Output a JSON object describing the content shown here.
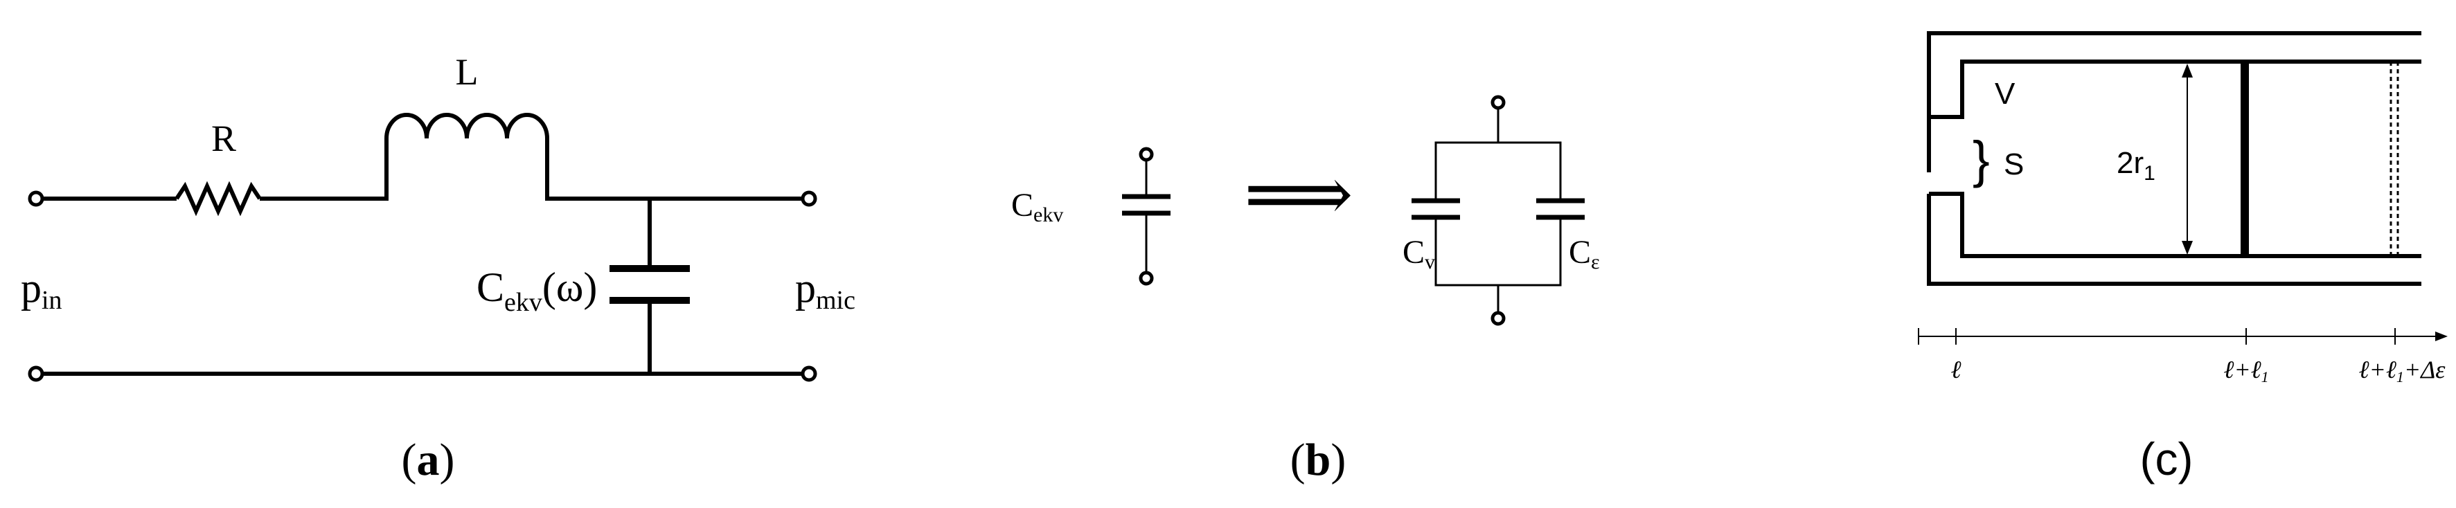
{
  "panel_a": {
    "label_open": "(",
    "label_letter": "a",
    "label_close": ")",
    "resistor": "R",
    "inductor": "L",
    "capacitor_main": "C",
    "capacitor_sub": "ekv",
    "capacitor_arg": "(ω)",
    "input_main": "p",
    "input_sub": "in",
    "output_main": "p",
    "output_sub": "mic"
  },
  "panel_b": {
    "label_open": "(",
    "label_letter": "b",
    "label_close": ")",
    "single_main": "C",
    "single_sub": "ekv",
    "arrow": "⟹",
    "cap_left_main": "C",
    "cap_left_sub": "v",
    "cap_right_main": "C",
    "cap_right_sub": "ε"
  },
  "panel_c": {
    "label": "(c)",
    "volume": "V",
    "brace": "}",
    "slit": "S",
    "radius_main": "2r",
    "radius_sub": "1",
    "tick_1": "ℓ",
    "tick_2": "ℓ+ℓ",
    "tick_2_sub": "1",
    "tick_3": "ℓ+ℓ",
    "tick_3_sub": "1",
    "tick_3_tail": "+Δε"
  }
}
